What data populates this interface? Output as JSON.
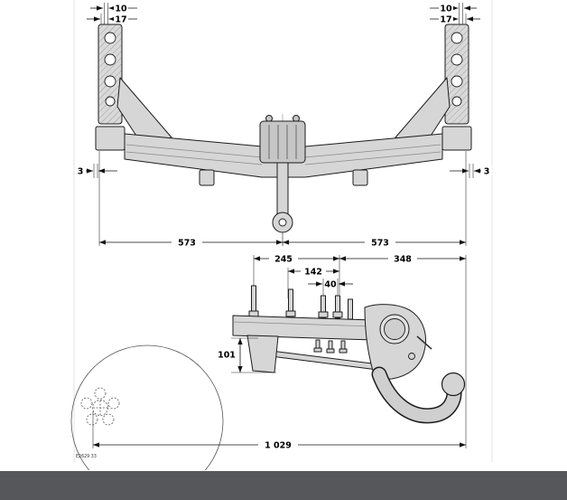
{
  "colors": {
    "footer_bar": "#56575a",
    "part_fill": "#d6d6d6",
    "outline": "#1c1c1c",
    "background": "#ffffff"
  },
  "diagram": {
    "ref_code": "E2629 33",
    "front_view": {
      "dim_10_left": "10",
      "dim_17_left": "17",
      "dim_10_right": "10",
      "dim_17_right": "17",
      "dim_3_left": "3",
      "dim_3_right": "3",
      "dim_573_left": "573",
      "dim_573_right": "573"
    },
    "side_view": {
      "dim_245": "245",
      "dim_142": "142",
      "dim_40": "40",
      "dim_348": "348",
      "dim_101": "101",
      "dim_1029": "1 029"
    }
  }
}
